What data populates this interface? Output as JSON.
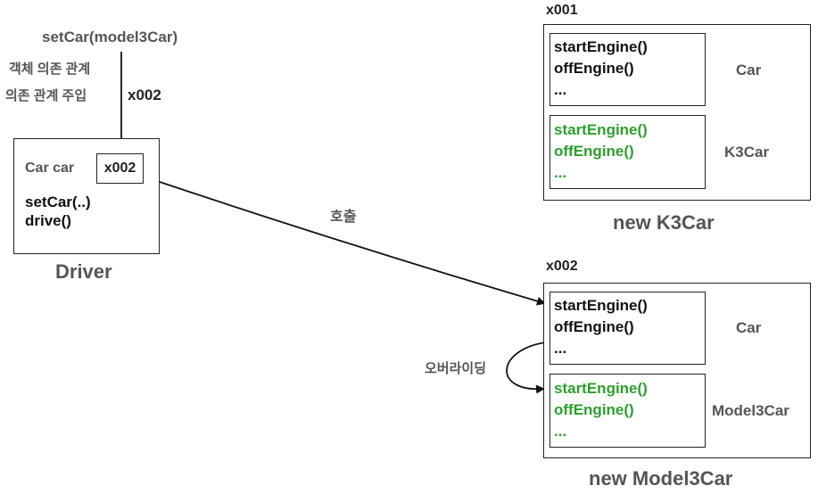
{
  "annotations": {
    "set_car_call": "setCar(model3Car)",
    "object_dependency": "객체 의존 관계",
    "dependency_injection": "의존 관계 주입",
    "injected_ref": "x002",
    "call_label": "호출",
    "override_label": "오버라이딩"
  },
  "driver": {
    "field_label": "Car car",
    "field_value": "x002",
    "methods": [
      "setCar(..)",
      "drive()"
    ],
    "caption": "Driver"
  },
  "k3car_instance": {
    "address": "x001",
    "car_part": {
      "label": "Car",
      "methods": [
        "startEngine()",
        "offEngine()",
        "..."
      ]
    },
    "sub_part": {
      "label": "K3Car",
      "methods": [
        "startEngine()",
        "offEngine()",
        "..."
      ]
    },
    "caption": "new K3Car"
  },
  "model3car_instance": {
    "address": "x002",
    "car_part": {
      "label": "Car",
      "methods": [
        "startEngine()",
        "offEngine()",
        "..."
      ]
    },
    "sub_part": {
      "label": "Model3Car",
      "methods": [
        "startEngine()",
        "offEngine()",
        "..."
      ]
    },
    "caption": "new Model3Car"
  },
  "colors": {
    "override_method": "#2ca02c",
    "label_gray": "#555555",
    "line": "#111111"
  }
}
